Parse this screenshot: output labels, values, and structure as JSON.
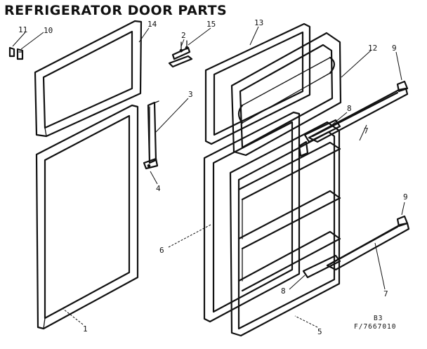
{
  "title": "REFRIGERATOR DOOR PARTS",
  "callouts": {
    "c1": "1",
    "c2": "2",
    "c3": "3",
    "c4": "4",
    "c5": "5",
    "c6": "6",
    "c7a": "7",
    "c7b": "7",
    "c8a": "8",
    "c8b": "8",
    "c9a": "9",
    "c9b": "9",
    "c10": "10",
    "c11": "11",
    "c12": "12",
    "c13": "13",
    "c14": "14",
    "c15": "15"
  },
  "reference": {
    "line1": "B3",
    "line2": "F/7667010"
  }
}
